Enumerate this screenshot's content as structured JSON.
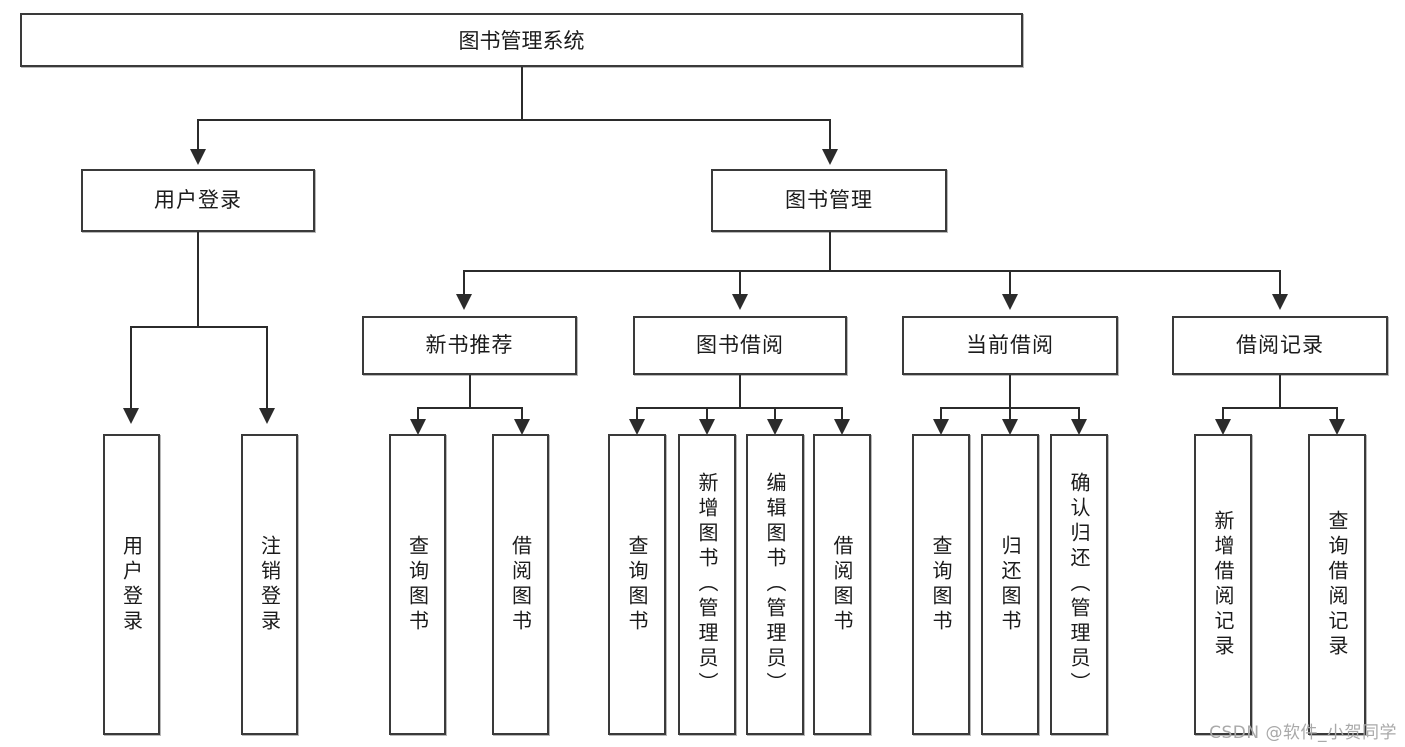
{
  "diagram": {
    "title": "图书管理系统",
    "root": {
      "label": "图书管理系统"
    },
    "level1": [
      {
        "label": "用户登录"
      },
      {
        "label": "图书管理"
      }
    ],
    "level2": [
      {
        "label": "新书推荐"
      },
      {
        "label": "图书借阅"
      },
      {
        "label": "当前借阅"
      },
      {
        "label": "借阅记录"
      }
    ],
    "leaves": {
      "user_login": [
        {
          "label": "用户登录"
        },
        {
          "label": "注销登录"
        }
      ],
      "new_book": [
        {
          "label": "查询图书"
        },
        {
          "label": "借阅图书"
        }
      ],
      "book_borrow": [
        {
          "label": "查询图书"
        },
        {
          "label": "新增图书（管理员）"
        },
        {
          "label": "编辑图书（管理员）"
        },
        {
          "label": "借阅图书"
        }
      ],
      "current_borrow": [
        {
          "label": "查询图书"
        },
        {
          "label": "归还图书"
        },
        {
          "label": "确认归还（管理员）"
        }
      ],
      "borrow_record": [
        {
          "label": "新增借阅记录"
        },
        {
          "label": "查询借阅记录"
        }
      ]
    }
  },
  "watermark": {
    "text": "CSDN @软件_小贺同学"
  },
  "colors": {
    "box_border": "#3a3a3a",
    "line": "#2b2b2b",
    "text": "#1b1b1b",
    "background": "#ffffff",
    "watermark": "#a9a9a9"
  }
}
